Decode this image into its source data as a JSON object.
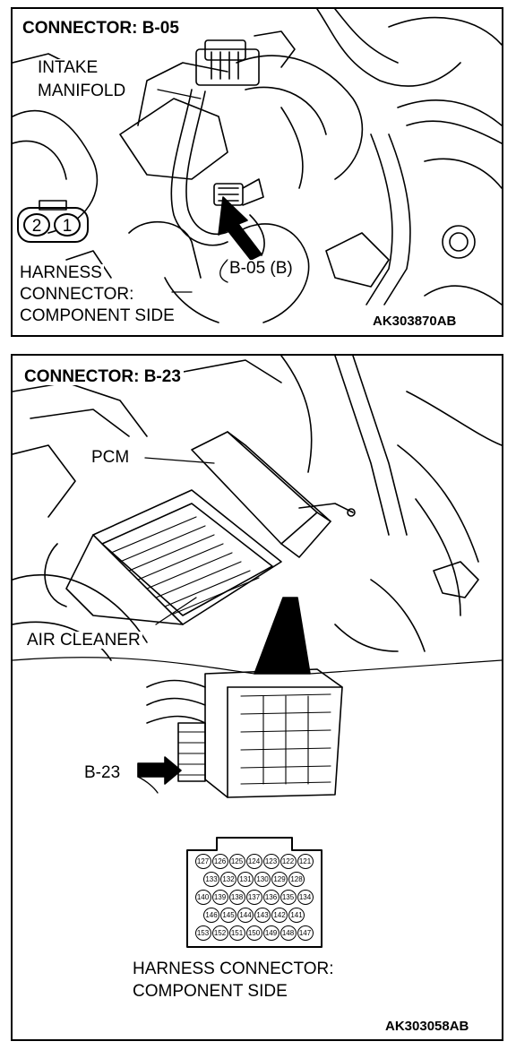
{
  "panel1": {
    "title": "CONNECTOR: B-05",
    "label_intake": "INTAKE",
    "label_manifold": "MANIFOLD",
    "pin_left": "2",
    "pin_right": "1",
    "harness_line1": "HARNESS",
    "harness_line2": "CONNECTOR:",
    "harness_line3": "COMPONENT SIDE",
    "connector_label": "B-05 (B)",
    "code": "AK303870AB"
  },
  "panel2": {
    "title": "CONNECTOR: B-23",
    "label_pcm": "PCM",
    "label_air_cleaner": "AIR CLEANER",
    "connector_label": "B-23",
    "pin_rows": [
      [
        "127",
        "126",
        "125",
        "124",
        "123",
        "122",
        "121"
      ],
      [
        "133",
        "132",
        "131",
        "130",
        "129",
        "128"
      ],
      [
        "140",
        "139",
        "138",
        "137",
        "136",
        "135",
        "134"
      ],
      [
        "146",
        "145",
        "144",
        "143",
        "142",
        "141"
      ],
      [
        "153",
        "152",
        "151",
        "150",
        "149",
        "148",
        "147"
      ]
    ],
    "harness_line1": "HARNESS CONNECTOR:",
    "harness_line2": "COMPONENT SIDE",
    "code": "AK303058AB"
  }
}
